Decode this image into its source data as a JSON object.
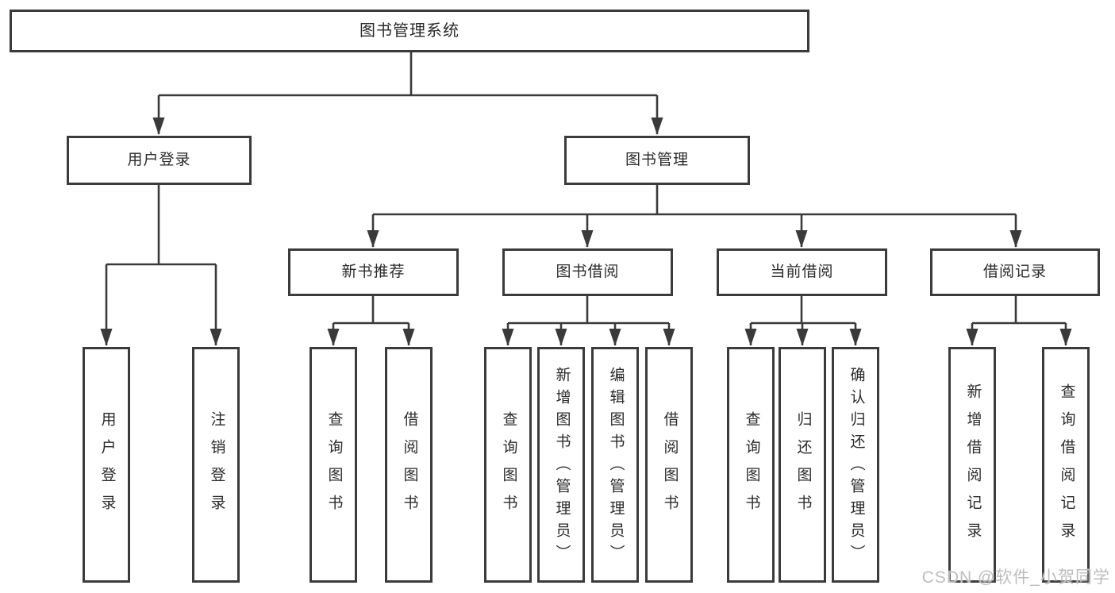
{
  "diagram": {
    "type": "hierarchy-structure-chart",
    "watermark": "CSDN @软件_小贺同学",
    "colors": {
      "background": "#ffffff",
      "box_border": "#3b3b3b",
      "connector_line": "#3a3a3a",
      "text": "#2b2b2b",
      "watermark_text": "#bdbdbd"
    },
    "nodes": [
      {
        "id": "root",
        "label": "图书管理系统",
        "level": 0,
        "parent": null
      },
      {
        "id": "user-login",
        "label": "用户登录",
        "level": 1,
        "parent": "root"
      },
      {
        "id": "book-mgmt",
        "label": "图书管理",
        "level": 1,
        "parent": "root"
      },
      {
        "id": "new-book-rec",
        "label": "新书推荐",
        "level": 2,
        "parent": "book-mgmt"
      },
      {
        "id": "book-borrow",
        "label": "图书借阅",
        "level": 2,
        "parent": "book-mgmt"
      },
      {
        "id": "current-borrow",
        "label": "当前借阅",
        "level": 2,
        "parent": "book-mgmt"
      },
      {
        "id": "borrow-record",
        "label": "借阅记录",
        "level": 2,
        "parent": "book-mgmt"
      },
      {
        "id": "leaf-user-login",
        "label": "用户登录",
        "level": 3,
        "parent": "user-login"
      },
      {
        "id": "leaf-logout",
        "label": "注销登录",
        "level": 3,
        "parent": "user-login"
      },
      {
        "id": "leaf-nb-query",
        "label": "查询图书",
        "level": 3,
        "parent": "new-book-rec"
      },
      {
        "id": "leaf-nb-borrow",
        "label": "借阅图书",
        "level": 3,
        "parent": "new-book-rec"
      },
      {
        "id": "leaf-bb-query",
        "label": "查询图书",
        "level": 3,
        "parent": "book-borrow"
      },
      {
        "id": "leaf-bb-add",
        "label": "新增图书（管理员）",
        "level": 3,
        "parent": "book-borrow"
      },
      {
        "id": "leaf-bb-edit",
        "label": "编辑图书（管理员）",
        "level": 3,
        "parent": "book-borrow"
      },
      {
        "id": "leaf-bb-borrow",
        "label": "借阅图书",
        "level": 3,
        "parent": "book-borrow"
      },
      {
        "id": "leaf-cb-query",
        "label": "查询图书",
        "level": 3,
        "parent": "current-borrow"
      },
      {
        "id": "leaf-cb-return",
        "label": "归还图书",
        "level": 3,
        "parent": "current-borrow"
      },
      {
        "id": "leaf-cb-confirm",
        "label": "确认归还（管理员）",
        "level": 3,
        "parent": "current-borrow"
      },
      {
        "id": "leaf-br-add",
        "label": "新增借阅记录",
        "level": 3,
        "parent": "borrow-record"
      },
      {
        "id": "leaf-br-query",
        "label": "查询借阅记录",
        "level": 3,
        "parent": "borrow-record"
      }
    ]
  }
}
